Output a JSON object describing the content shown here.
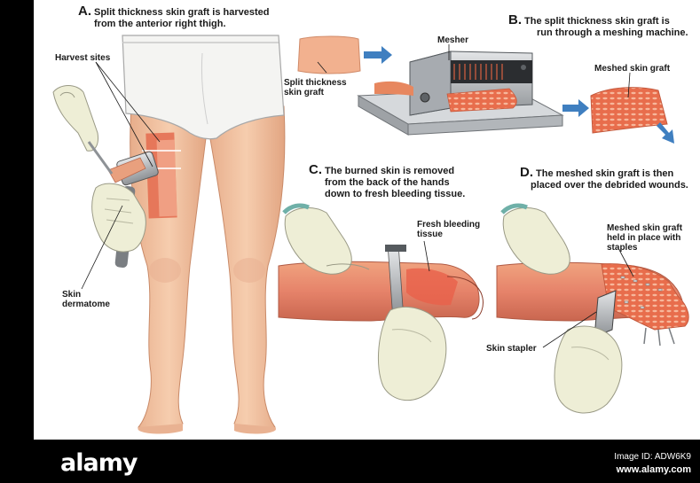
{
  "panels": {
    "a": {
      "letter": "A.",
      "line1": "Split thickness skin graft is harvested",
      "line2": "from the anterior right thigh."
    },
    "b": {
      "letter": "B.",
      "line1": "The split thickness skin graft is",
      "line2": "run through a meshing machine."
    },
    "c": {
      "letter": "C.",
      "line1": "The burned skin is removed",
      "line2": "from the back of the hands",
      "line3": "down to fresh bleeding tissue."
    },
    "d": {
      "letter": "D.",
      "line1": "The meshed skin graft is then",
      "line2": "placed over the debrided wounds."
    }
  },
  "labels": {
    "harvest_sites": "Harvest sites",
    "skin_dermatome_1": "Skin",
    "skin_dermatome_2": "dermatome",
    "mesher": "Mesher",
    "split_graft_1": "Split thickness",
    "split_graft_2": "skin graft",
    "meshed_graft": "Meshed skin graft",
    "fresh_bleeding_1": "Fresh bleeding",
    "fresh_bleeding_2": "tissue",
    "meshed_held_1": "Meshed skin graft",
    "meshed_held_2": "held in place with",
    "meshed_held_3": "staples",
    "skin_stapler": "Skin stapler"
  },
  "footer": {
    "logo": "alamy",
    "image_id": "Image ID: ADW6K9",
    "site": "www.alamy.com"
  },
  "colors": {
    "skin": "#f4c6a3",
    "skin_shadow": "#e3a987",
    "graft": "#e8825a",
    "wound": "#d9503b",
    "glove": "#efeed6",
    "arrow": "#3f7fc0",
    "machine": "#b8bcc0"
  }
}
